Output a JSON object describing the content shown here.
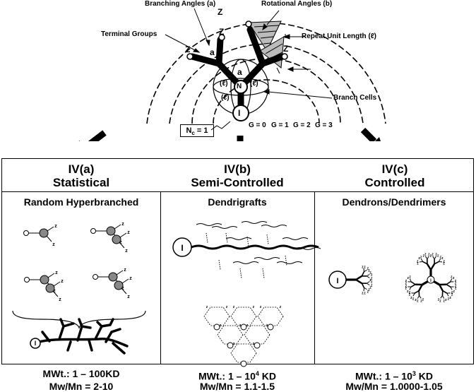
{
  "top": {
    "branching_angles": "Branching Angles (a)",
    "rotational_angles": "Rotational Angles (b)",
    "terminal_groups": "Terminal Groups",
    "repeat_unit_length": "Repeat Unit Length (ℓ)",
    "branch_cells": "Branch Cells",
    "nc": "N",
    "nc_sub": "c",
    "nc_eq": " = 1",
    "gens": [
      "G = 0",
      "G = 1",
      "G = 2",
      "G = 3"
    ],
    "z": "Z",
    "a": "a",
    "n": "N",
    "i": "I",
    "ell": "(ℓ)"
  },
  "panels": [
    {
      "header": "IV(a)",
      "subtitle": "Statistical",
      "title": "Random Hyperbranched",
      "mwt": "MWt.: 1 – 100KD",
      "sup": "",
      "mwt_suffix": "",
      "mwmn": "Mw/Mn = 2-10"
    },
    {
      "header": "IV(b)",
      "subtitle": "Semi-Controlled",
      "title": "Dendrigrafts",
      "mwt": "MWt.: 1 – 10",
      "sup": "4",
      "mwt_suffix": " KD",
      "mwmn": "Mw/Mn = 1.1-1.5"
    },
    {
      "header": "IV(c)",
      "subtitle": "Controlled",
      "title": "Dendrons/Dendrimers",
      "mwt": "MWt.: 1 – 10",
      "sup": "3",
      "mwt_suffix": " KD",
      "mwmn": "Mw/Mn = 1.0000-1.05"
    }
  ]
}
